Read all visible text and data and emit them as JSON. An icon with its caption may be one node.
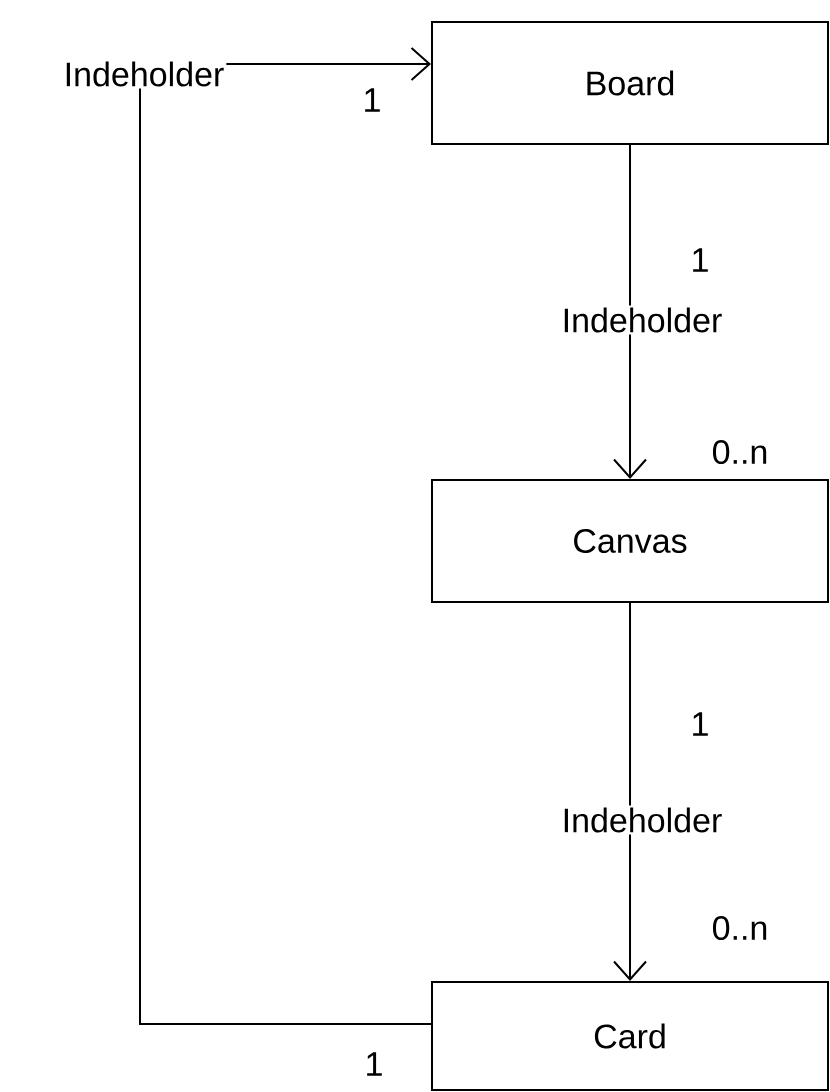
{
  "diagram": {
    "nodes": [
      {
        "text": [
          "Board"
        ]
      },
      {
        "text": [
          "Canvas"
        ]
      },
      {
        "text": [
          "Card"
        ]
      }
    ],
    "edges": [
      {
        "from": 0,
        "to": 1,
        "arrow": "to",
        "label": "Indeholder"
      },
      {
        "from": 1,
        "to": 2,
        "arrow": "to",
        "label": "Indeholder"
      },
      {
        "from": 2,
        "to": 0,
        "arrow": "to",
        "label": "Indeholder"
      }
    ],
    "labels": [
      "1",
      "1",
      "0..n",
      "1",
      "0..n",
      "1"
    ]
  }
}
